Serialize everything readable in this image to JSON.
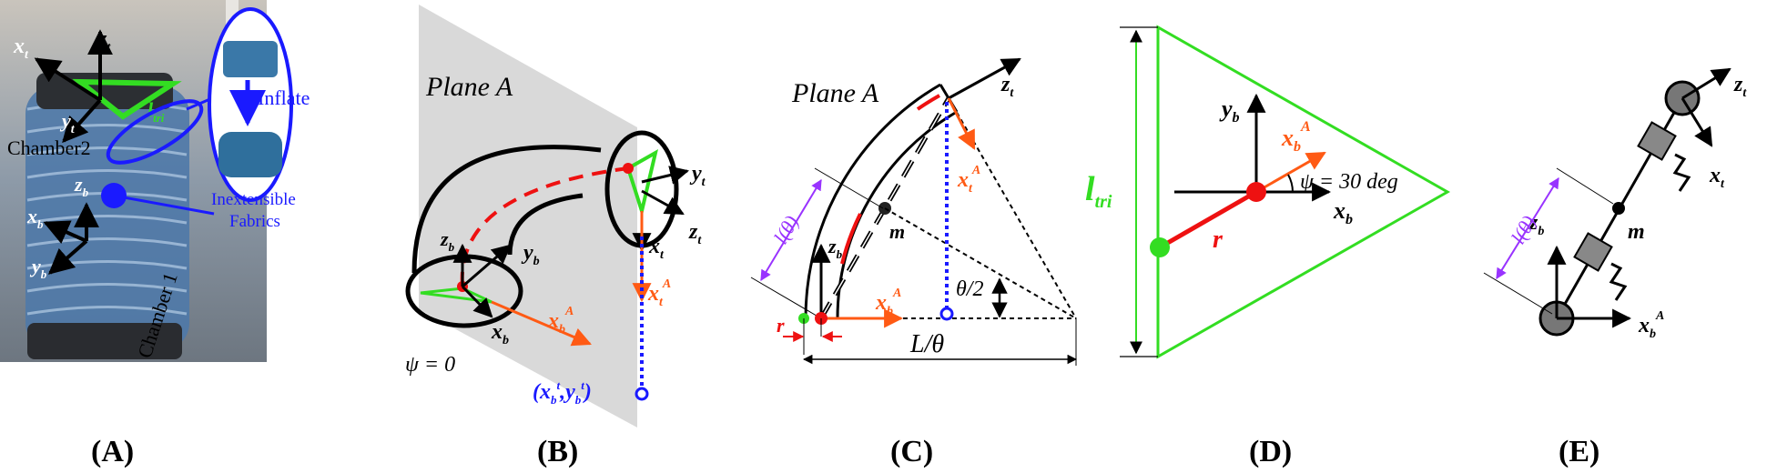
{
  "colors": {
    "green": "#33dd22",
    "blue": "#1a1aff",
    "red": "#ee1111",
    "orange": "#ff5a14",
    "purple": "#9933ff",
    "gray": "#d9d9d9",
    "black": "#000000"
  },
  "panelA": {
    "zt": "z",
    "zt_sub": "t",
    "xt": "x",
    "xt_sub": "t",
    "yt": "y",
    "yt_sub": "t",
    "ltri": "l",
    "ltri_sub": "tri",
    "chamber2": "Chamber2",
    "chamber1": "Chamber 1",
    "zb": "z",
    "zb_sub": "b",
    "xb": "x",
    "xb_sub": "b",
    "yb": "y",
    "yb_sub": "b",
    "inflate": "Inflate",
    "fabrics_l1": "Inextensible",
    "fabrics_l2": "Fabrics",
    "caption": "(A)"
  },
  "panelB": {
    "plane": "Plane A",
    "yt": "y",
    "yt_sub": "t",
    "zt": "z",
    "zt_sub": "t",
    "xt": "x",
    "xt_sub": "t",
    "xtA": "x",
    "xtA_sub": "t",
    "xtA_sup": "A",
    "zb": "z",
    "zb_sub": "b",
    "yb": "y",
    "yb_sub": "b",
    "xb": "x",
    "xb_sub": "b",
    "xbA": "x",
    "xbA_sub": "b",
    "xbA_sup": "A",
    "psi": "ψ = 0",
    "proj_open": "(",
    "proj_x": "x",
    "proj_xsub": "b",
    "proj_xsup": "t",
    "proj_comma": ",",
    "proj_y": "y",
    "proj_ysub": "b",
    "proj_ysup": "t",
    "proj_close": ")",
    "caption": "(B)"
  },
  "panelC": {
    "plane": "Plane A",
    "zt": "z",
    "zt_sub": "t",
    "xtA": "x",
    "xtA_sub": "t",
    "xtA_sup": "A",
    "ltheta": "l(θ)",
    "m": "m",
    "zb": "z",
    "zb_sub": "b",
    "xbA": "x",
    "xbA_sub": "b",
    "xbA_sup": "A",
    "half": "θ/2",
    "r": "r",
    "Ltheta": "L/θ",
    "caption": "(C)"
  },
  "panelD": {
    "ltri": "l",
    "ltri_sub": "tri",
    "yb": "y",
    "yb_sub": "b",
    "xbA": "x",
    "xbA_sub": "b",
    "xbA_sup": "A",
    "psi": "ψ = 30 deg",
    "xb": "x",
    "xb_sub": "b",
    "r": "r",
    "caption": "(D)"
  },
  "panelE": {
    "zt": "z",
    "zt_sub": "t",
    "xt": "x",
    "xt_sub": "t",
    "ltheta": "l(θ)",
    "m": "m",
    "zb": "z",
    "zb_sub": "b",
    "xbA": "x",
    "xbA_sub": "b",
    "xbA_sup": "A",
    "caption": "(E)"
  }
}
